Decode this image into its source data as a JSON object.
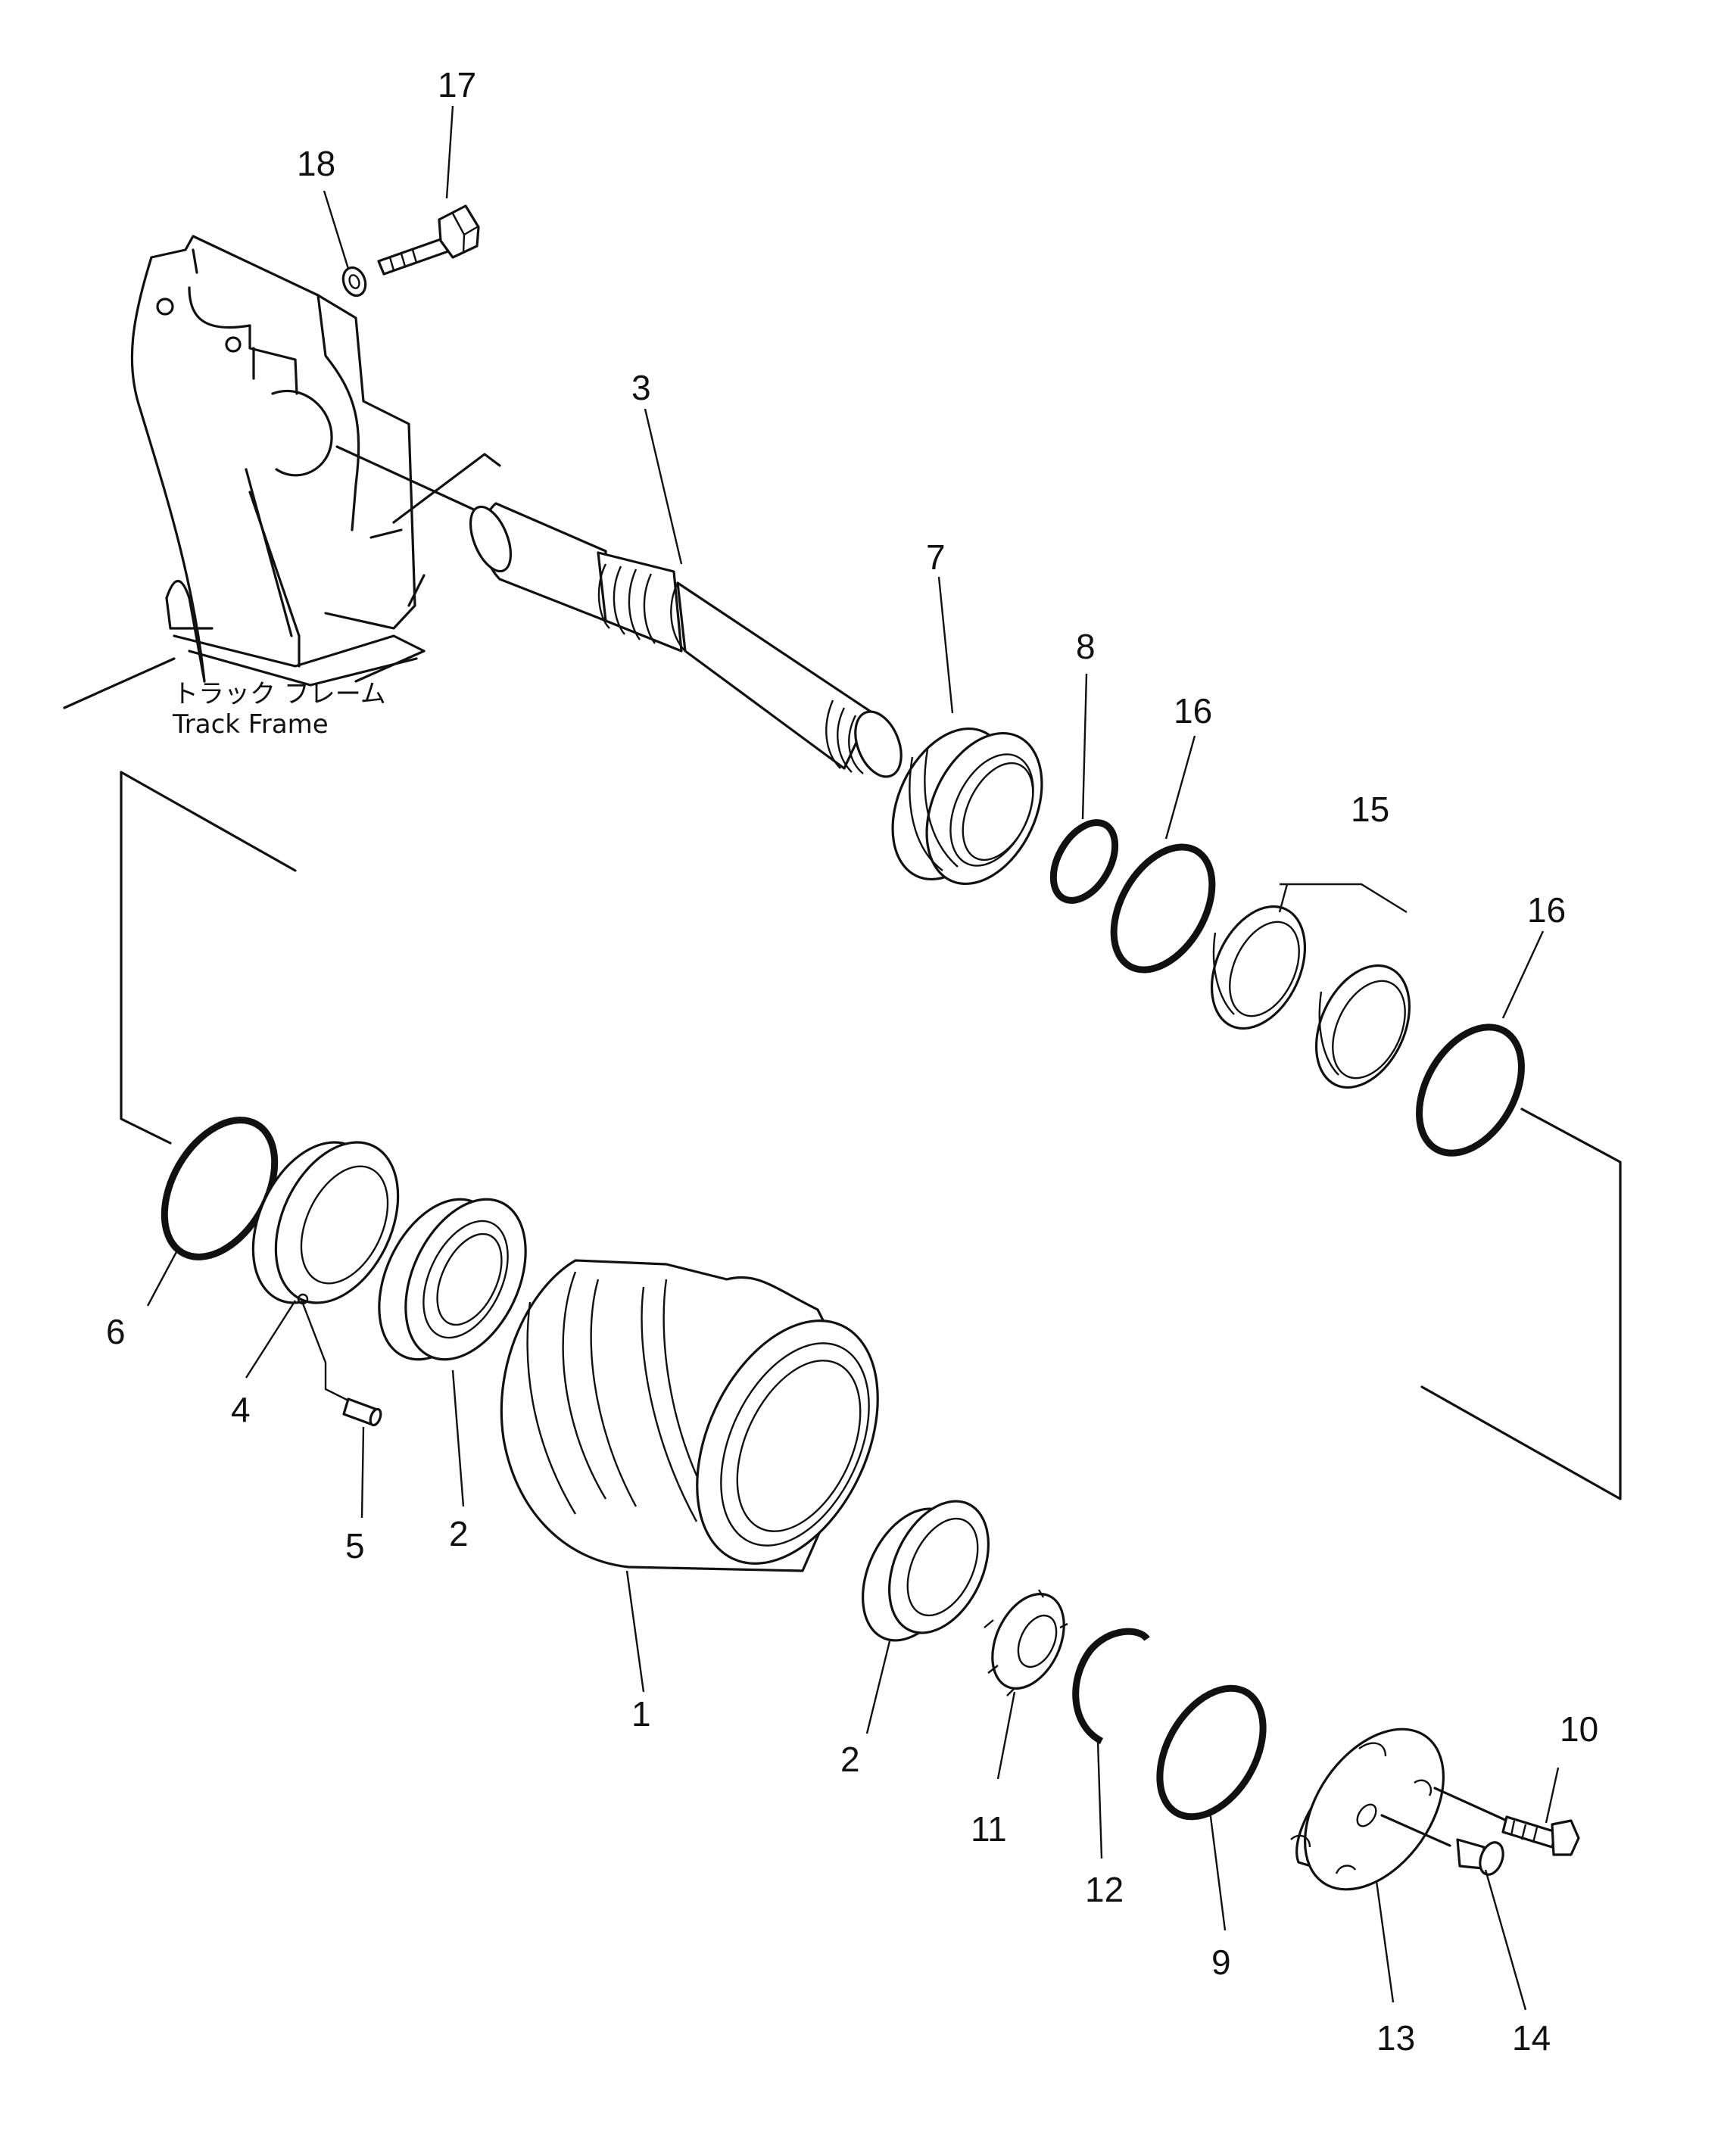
{
  "diagram": {
    "frame_note": {
      "jp": "トラック フレーム",
      "en": "Track Frame"
    },
    "callouts": [
      {
        "id": "c1",
        "text": "1"
      },
      {
        "id": "c2a",
        "text": "2"
      },
      {
        "id": "c2b",
        "text": "2"
      },
      {
        "id": "c3",
        "text": "3"
      },
      {
        "id": "c4",
        "text": "4"
      },
      {
        "id": "c5",
        "text": "5"
      },
      {
        "id": "c6",
        "text": "6"
      },
      {
        "id": "c7",
        "text": "7"
      },
      {
        "id": "c8",
        "text": "8"
      },
      {
        "id": "c9",
        "text": "9"
      },
      {
        "id": "c10",
        "text": "10"
      },
      {
        "id": "c11",
        "text": "11"
      },
      {
        "id": "c12",
        "text": "12"
      },
      {
        "id": "c13",
        "text": "13"
      },
      {
        "id": "c14",
        "text": "14"
      },
      {
        "id": "c15",
        "text": "15"
      },
      {
        "id": "c16a",
        "text": "16"
      },
      {
        "id": "c16b",
        "text": "16"
      },
      {
        "id": "c17",
        "text": "17"
      },
      {
        "id": "c18",
        "text": "18"
      }
    ]
  }
}
